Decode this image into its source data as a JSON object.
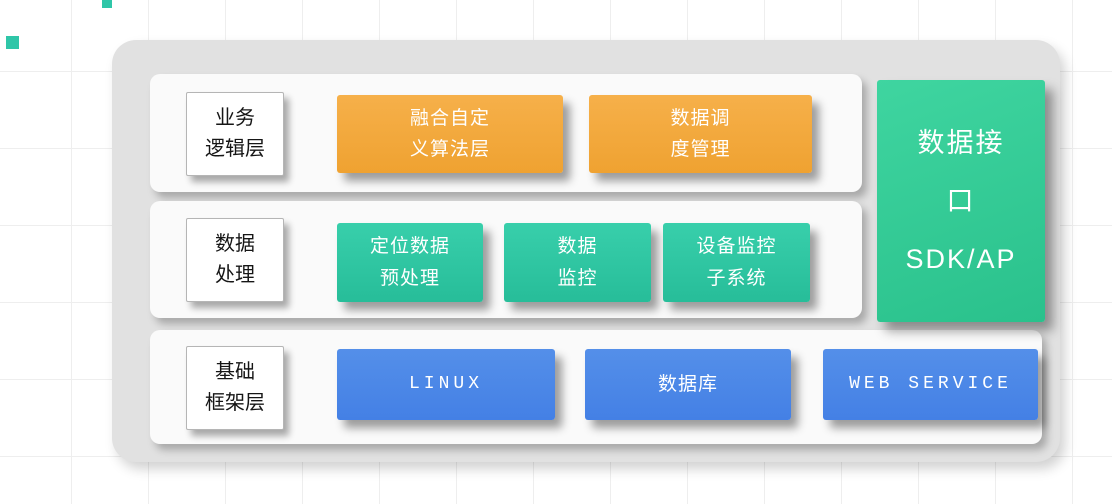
{
  "layers": [
    {
      "label_lines": [
        "业务",
        "逻辑层"
      ],
      "boxes": [
        {
          "lines": [
            "融合自定",
            "义算法层"
          ],
          "color": "orange"
        },
        {
          "lines": [
            "数据调",
            "度管理"
          ],
          "color": "orange"
        }
      ]
    },
    {
      "label_lines": [
        "数据",
        "处理"
      ],
      "boxes": [
        {
          "lines": [
            "定位数据",
            "预处理"
          ],
          "color": "teal"
        },
        {
          "lines": [
            "数据",
            "监控"
          ],
          "color": "teal"
        },
        {
          "lines": [
            "设备监控",
            "子系统"
          ],
          "color": "teal"
        }
      ]
    },
    {
      "label_lines": [
        "基础",
        "框架层"
      ],
      "boxes": [
        {
          "lines": [
            "LINUX"
          ],
          "color": "blue"
        },
        {
          "lines": [
            "数据库"
          ],
          "color": "blue"
        },
        {
          "lines": [
            "WEB SERVICE"
          ],
          "color": "blue"
        }
      ]
    }
  ],
  "interface_box": {
    "lines": [
      "数据接",
      "口",
      "SDK/AP"
    ],
    "color": "green"
  },
  "colors": {
    "orange": "#F2A737",
    "teal": "#2CC4A0",
    "green": "#31CC95",
    "blue": "#4A87E8",
    "panel_gray": "#E1E1E1",
    "band_white": "#FAFAFA",
    "decor_teal": "#2FC6A8"
  }
}
